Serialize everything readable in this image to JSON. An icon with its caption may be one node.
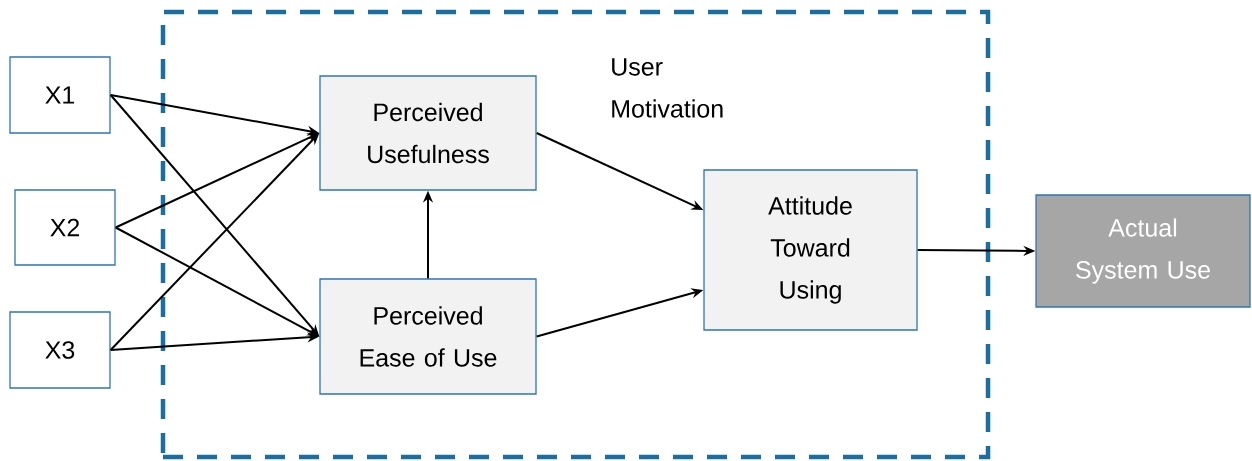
{
  "diagram": {
    "nodes": [
      {
        "text": [
          "User Motivation"
        ]
      },
      {
        "text": [
          "X1"
        ]
      },
      {
        "text": [
          "X2"
        ]
      },
      {
        "text": [
          "X3"
        ]
      },
      {
        "text": [
          "Perceived Usefulness"
        ],
        "in": 0
      },
      {
        "text": [
          "Perceived Ease of Use"
        ],
        "in": 0
      },
      {
        "text": [
          "Attitude Toward Using"
        ],
        "in": 0
      },
      {
        "text": [
          "Actual System Use"
        ]
      }
    ],
    "edges": [
      {
        "from": 1,
        "to": 4,
        "arrow": "to"
      },
      {
        "from": 1,
        "to": 5,
        "arrow": "to"
      },
      {
        "from": 2,
        "to": 4,
        "arrow": "to"
      },
      {
        "from": 2,
        "to": 5,
        "arrow": "to"
      },
      {
        "from": 3,
        "to": 4,
        "arrow": "to"
      },
      {
        "from": 3,
        "to": 5,
        "arrow": "to"
      },
      {
        "from": 5,
        "to": 4,
        "arrow": "to"
      },
      {
        "from": 4,
        "to": 6,
        "arrow": "to"
      },
      {
        "from": 5,
        "to": 6,
        "arrow": "to"
      },
      {
        "from": 6,
        "to": 7,
        "arrow": "to"
      }
    ]
  }
}
